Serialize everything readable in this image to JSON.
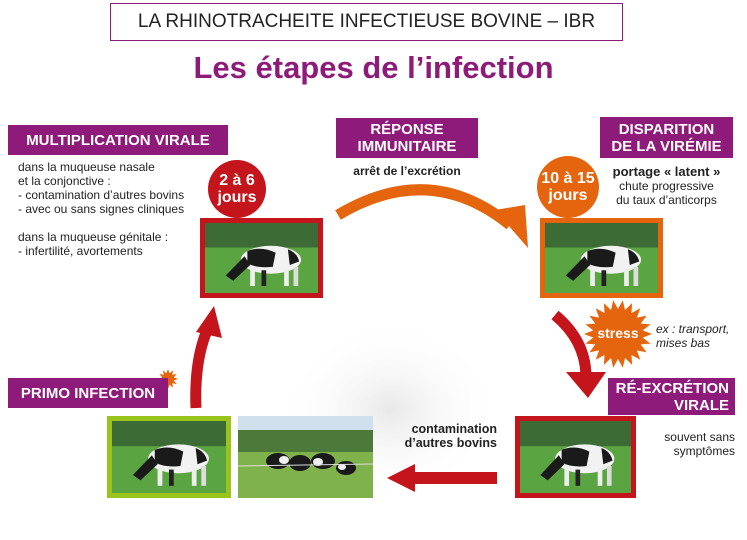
{
  "header": {
    "title": "LA RHINOTRACHEITE INFECTIEUSE BOVINE – IBR",
    "subtitle": "Les étapes de l’infection"
  },
  "stages": {
    "multiplication": {
      "label": "MULTIPLICATION VIRALE",
      "lines": [
        "dans la muqueuse nasale",
        "et la conjonctive :",
        "- contamination d’autres bovins",
        "- avec ou sans signes cliniques",
        "",
        "dans la muqueuse génitale :",
        "- infertilité, avortements"
      ],
      "duration": [
        "2 à 6",
        "jours"
      ]
    },
    "reponse": {
      "label": [
        "RÉPONSE",
        "IMMUNITAIRE"
      ],
      "note": "arrêt de l’excrétion"
    },
    "disparition": {
      "label": [
        "DISPARITION",
        "DE LA VIRÉMIE"
      ],
      "note_bold": "portage « latent »",
      "note": [
        "chute progressive",
        "du taux d’anticorps"
      ],
      "duration": [
        "10 à 15",
        "jours"
      ]
    },
    "stress": {
      "label": "stress",
      "note": [
        "ex : transport,",
        "mises bas"
      ]
    },
    "reexcretion": {
      "label": [
        "RÉ-EXCRÉTION",
        "VIRALE"
      ],
      "note": [
        "souvent sans",
        "symptômes"
      ]
    },
    "contamination": {
      "note": [
        "contamination",
        "d’autres bovins"
      ]
    },
    "primo": {
      "label": "PRIMO INFECTION"
    }
  },
  "colors": {
    "purple": "#8e1b7a",
    "red": "#c4141c",
    "orange": "#e5650e",
    "green": "#9ac31c"
  }
}
